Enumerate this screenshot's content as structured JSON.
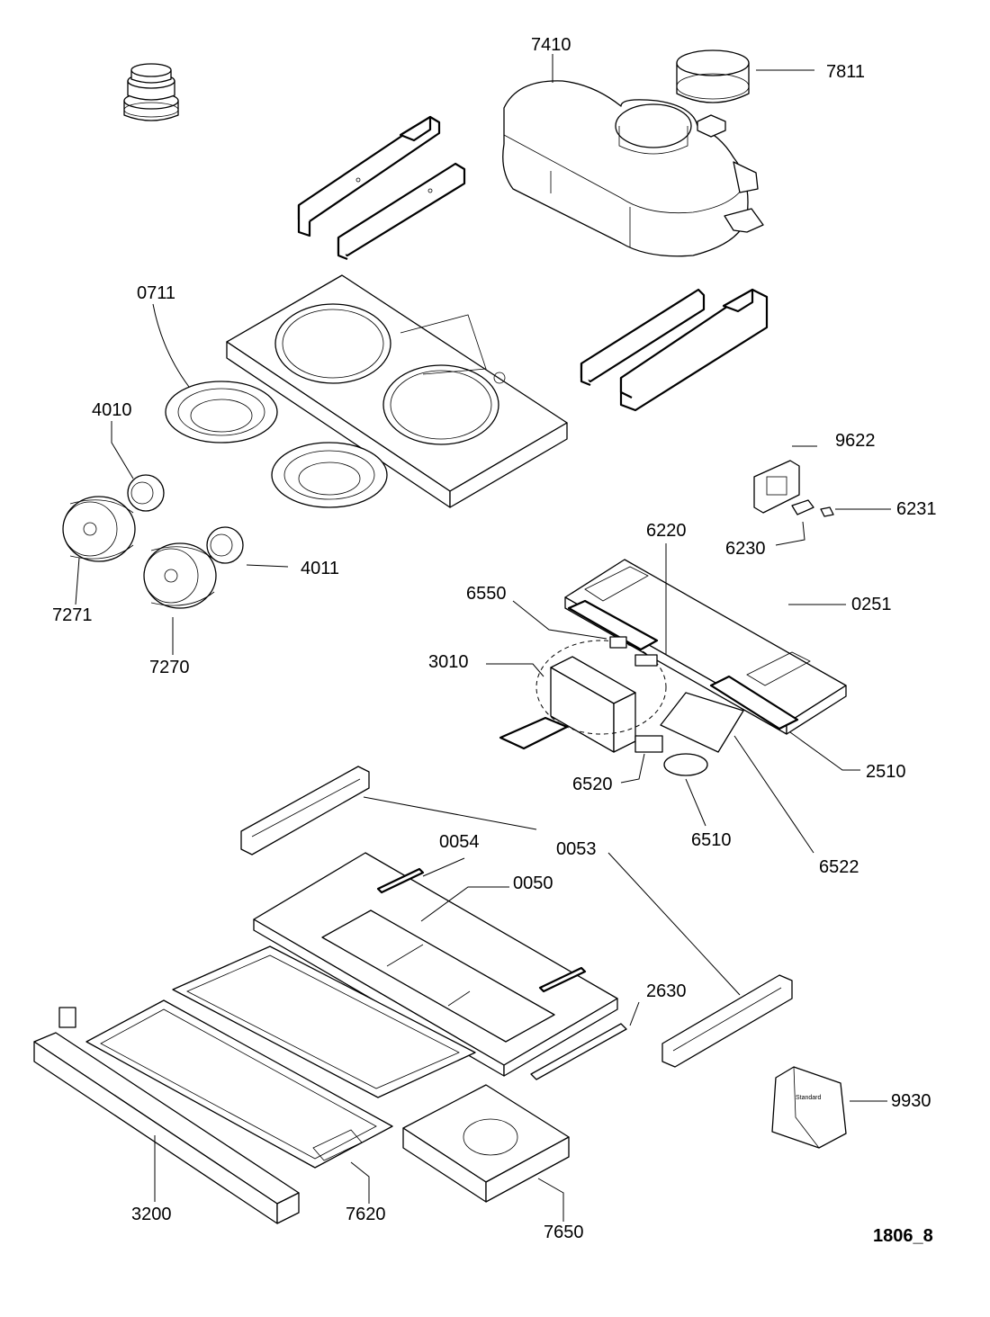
{
  "diagram": {
    "code": "1806_8",
    "labels": {
      "7410": "7410",
      "7811": "7811",
      "0711": "0711",
      "4010": "4010",
      "4011": "4011",
      "7271": "7271",
      "7270": "7270",
      "9622": "9622",
      "6231": "6231",
      "6230": "6230",
      "6220": "6220",
      "6550": "6550",
      "0251": "0251",
      "3010": "3010",
      "6520": "6520",
      "2510": "2510",
      "6510": "6510",
      "6522": "6522",
      "0054": "0054",
      "0053": "0053",
      "0050": "0050",
      "2630": "2630",
      "9930": "9930",
      "3200": "3200",
      "7620": "7620",
      "7650": "7650"
    },
    "bag_text": "Standard"
  }
}
